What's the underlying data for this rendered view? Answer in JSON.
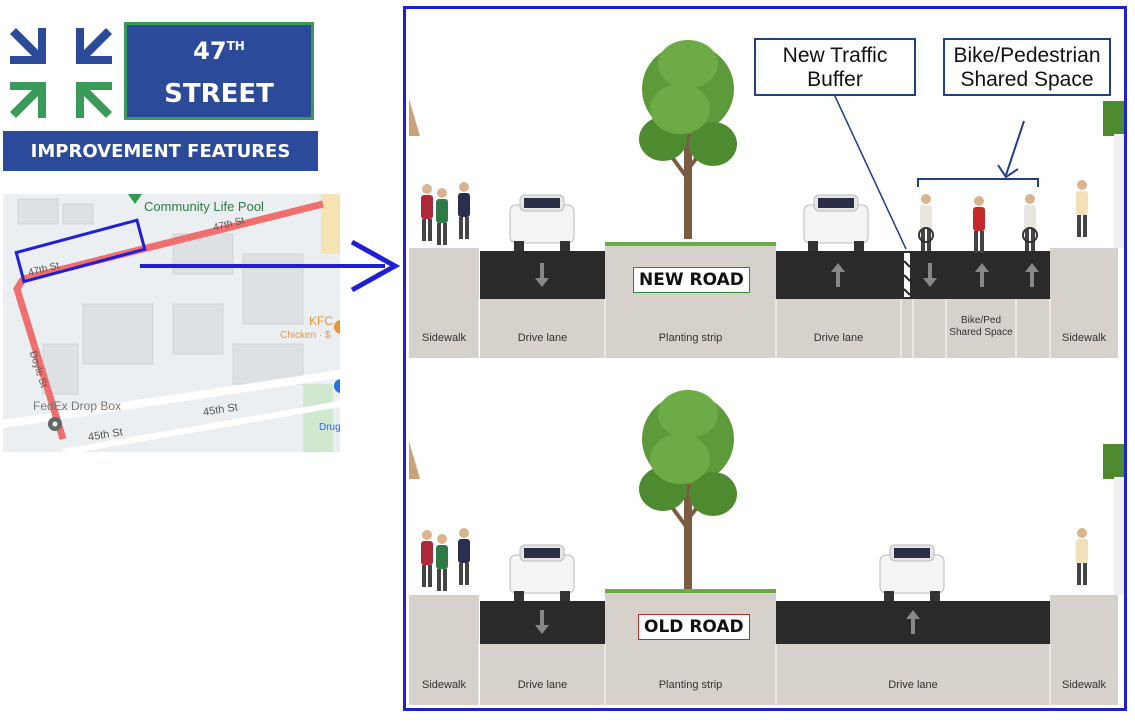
{
  "header": {
    "title_number": "47",
    "title_superscript": "TH",
    "title_street": "STREET",
    "subtitle": "IMPROVEMENT FEATURES"
  },
  "map": {
    "labels": {
      "pool": "Community Life Pool",
      "street_47_top": "47th St",
      "street_47_left": "47th St",
      "doyle": "Doyle St",
      "kfc": "KFC",
      "kfc_sub": "Chicken · $",
      "fedex": "FedEx Drop Box",
      "street_45a": "45th St",
      "street_45b": "45th St",
      "drug": "Drug"
    }
  },
  "callouts": {
    "traffic_buffer": "New Traffic Buffer",
    "shared_space": "Bike/Pedestrian Shared Space"
  },
  "new_road": {
    "tag": "NEW ROAD",
    "sections": {
      "sidewalk_left": "Sidewalk",
      "drive_lane_1": "Drive lane",
      "planting_strip": "Planting strip",
      "drive_lane_2": "Drive lane",
      "bike_ped": "Bike/Ped Shared Space",
      "sidewalk_right": "Sidewalk"
    }
  },
  "old_road": {
    "tag": "OLD ROAD",
    "sections": {
      "sidewalk_left": "Sidewalk",
      "drive_lane_1": "Drive lane",
      "planting_strip": "Planting strip",
      "drive_lane_2": "Drive lane",
      "sidewalk_right": "Sidewalk"
    }
  },
  "colors": {
    "brand_blue": "#2c4a9a",
    "brand_green": "#3a9a5a",
    "frame_blue": "#1f1fd6",
    "new_tag_border": "#2e8a3e",
    "old_tag_border": "#c0282a"
  }
}
